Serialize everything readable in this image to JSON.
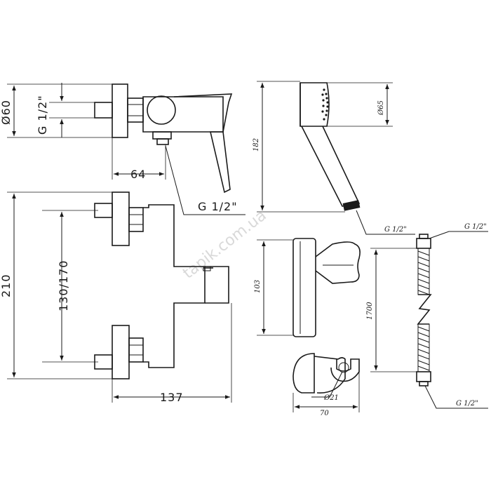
{
  "watermark": "tapik.com.ua",
  "mixer_top_view": {
    "dia_label": "Ø60",
    "thread_label": "G 1/2\"",
    "width_label": "64",
    "outlet_thread_label": "G 1/2\""
  },
  "mixer_front_view": {
    "height_label": "210",
    "centers_label": "130/170",
    "width_label": "137"
  },
  "hand_shower": {
    "length_label": "182",
    "head_dia_label": "Ø65",
    "thread_label": "G 1/2\""
  },
  "holder": {
    "height_label": "103",
    "hole_dia_label": "Ø21",
    "depth_label": "70"
  },
  "hose": {
    "top_thread_label": "G 1/2\"",
    "length_label": "1700",
    "bottom_thread_label": "G 1/2\""
  },
  "colors": {
    "line": "#1a1a1a",
    "background": "#ffffff",
    "watermark": "#d9d9d9"
  }
}
